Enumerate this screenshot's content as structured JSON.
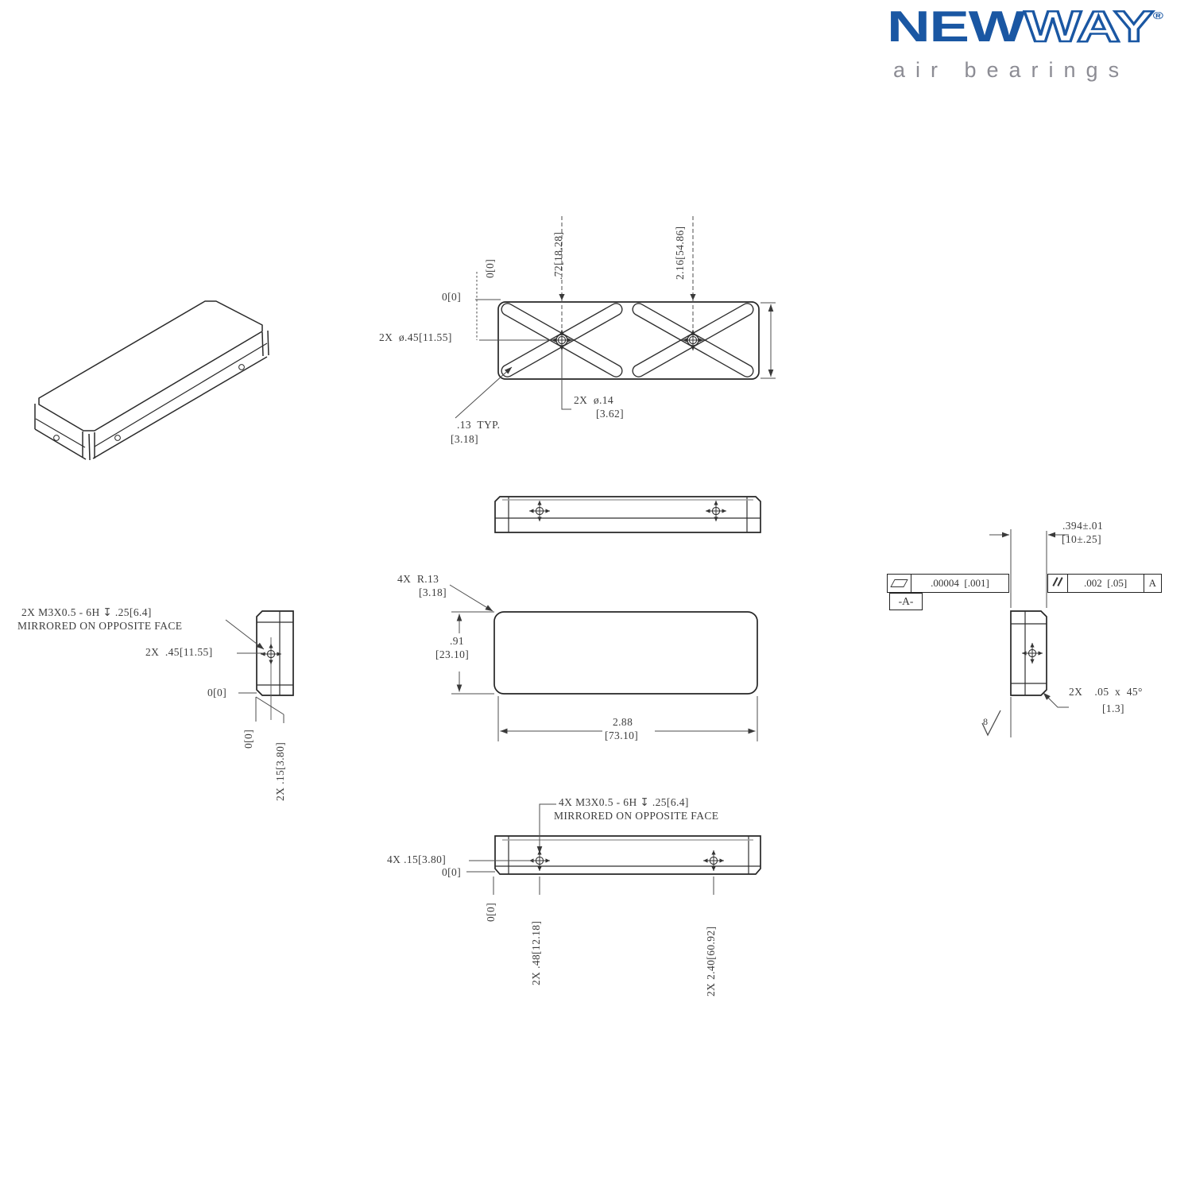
{
  "logo": {
    "word_solid": "NEW",
    "word_outline": "WAY",
    "registered": "®",
    "tagline": "air bearings",
    "brand_blue": "#1a57a3",
    "tagline_gray": "#8c8c94"
  },
  "views": {
    "top_view": {
      "ordinate_zero_top": "0[0]",
      "hole1_x": ".72[18.28]",
      "hole2_x": "2.16[54.86]",
      "ordinate_zero_left": "0[0]",
      "counterbore": "2X  ø.45[11.55]",
      "air_hole": "2X  ø.14",
      "air_hole_mm": "[3.62]",
      "groove_width": ".13  TYP.",
      "groove_width_mm": "[3.18]"
    },
    "outline_view": {
      "corner_radius": "4X  R.13",
      "corner_radius_mm": "[3.18]",
      "height": ".91",
      "height_mm": "[23.10]",
      "length": "2.88",
      "length_mm": "[73.10]"
    },
    "left_view": {
      "thread_note_line1": "2X M3X0.5 - 6H ↧ .25[6.4]",
      "thread_note_line2": "MIRRORED ON OPPOSITE FACE",
      "counterbore_depth": "2X  .45[11.55]",
      "zero": "0[0]",
      "zero_vertical": "0[0]",
      "hole_offset": "2X .15[3.80]"
    },
    "bottom_view": {
      "thread_note_line1": "4X M3X0.5 - 6H ↧ .25[6.4]",
      "thread_note_line2": "MIRRORED ON OPPOSITE FACE",
      "hole_offset": "4X .15[3.80]",
      "zero": "0[0]",
      "zero_vertical": "0[0]",
      "hole1_x": "2X .48[12.18]",
      "hole2_x": "2X 2.40[60.92]"
    },
    "right_view": {
      "thickness": ".394±.01",
      "thickness_mm": "[10±.25]",
      "flatness_tol": ".00004  [.001]",
      "datum_flag": "-A-",
      "parallelism_tol": ".002  [.05]",
      "parallelism_datum": "A",
      "chamfer": "2X    .05  x  45°",
      "chamfer_mm": "[1.3]",
      "surface_finish": "8"
    }
  }
}
